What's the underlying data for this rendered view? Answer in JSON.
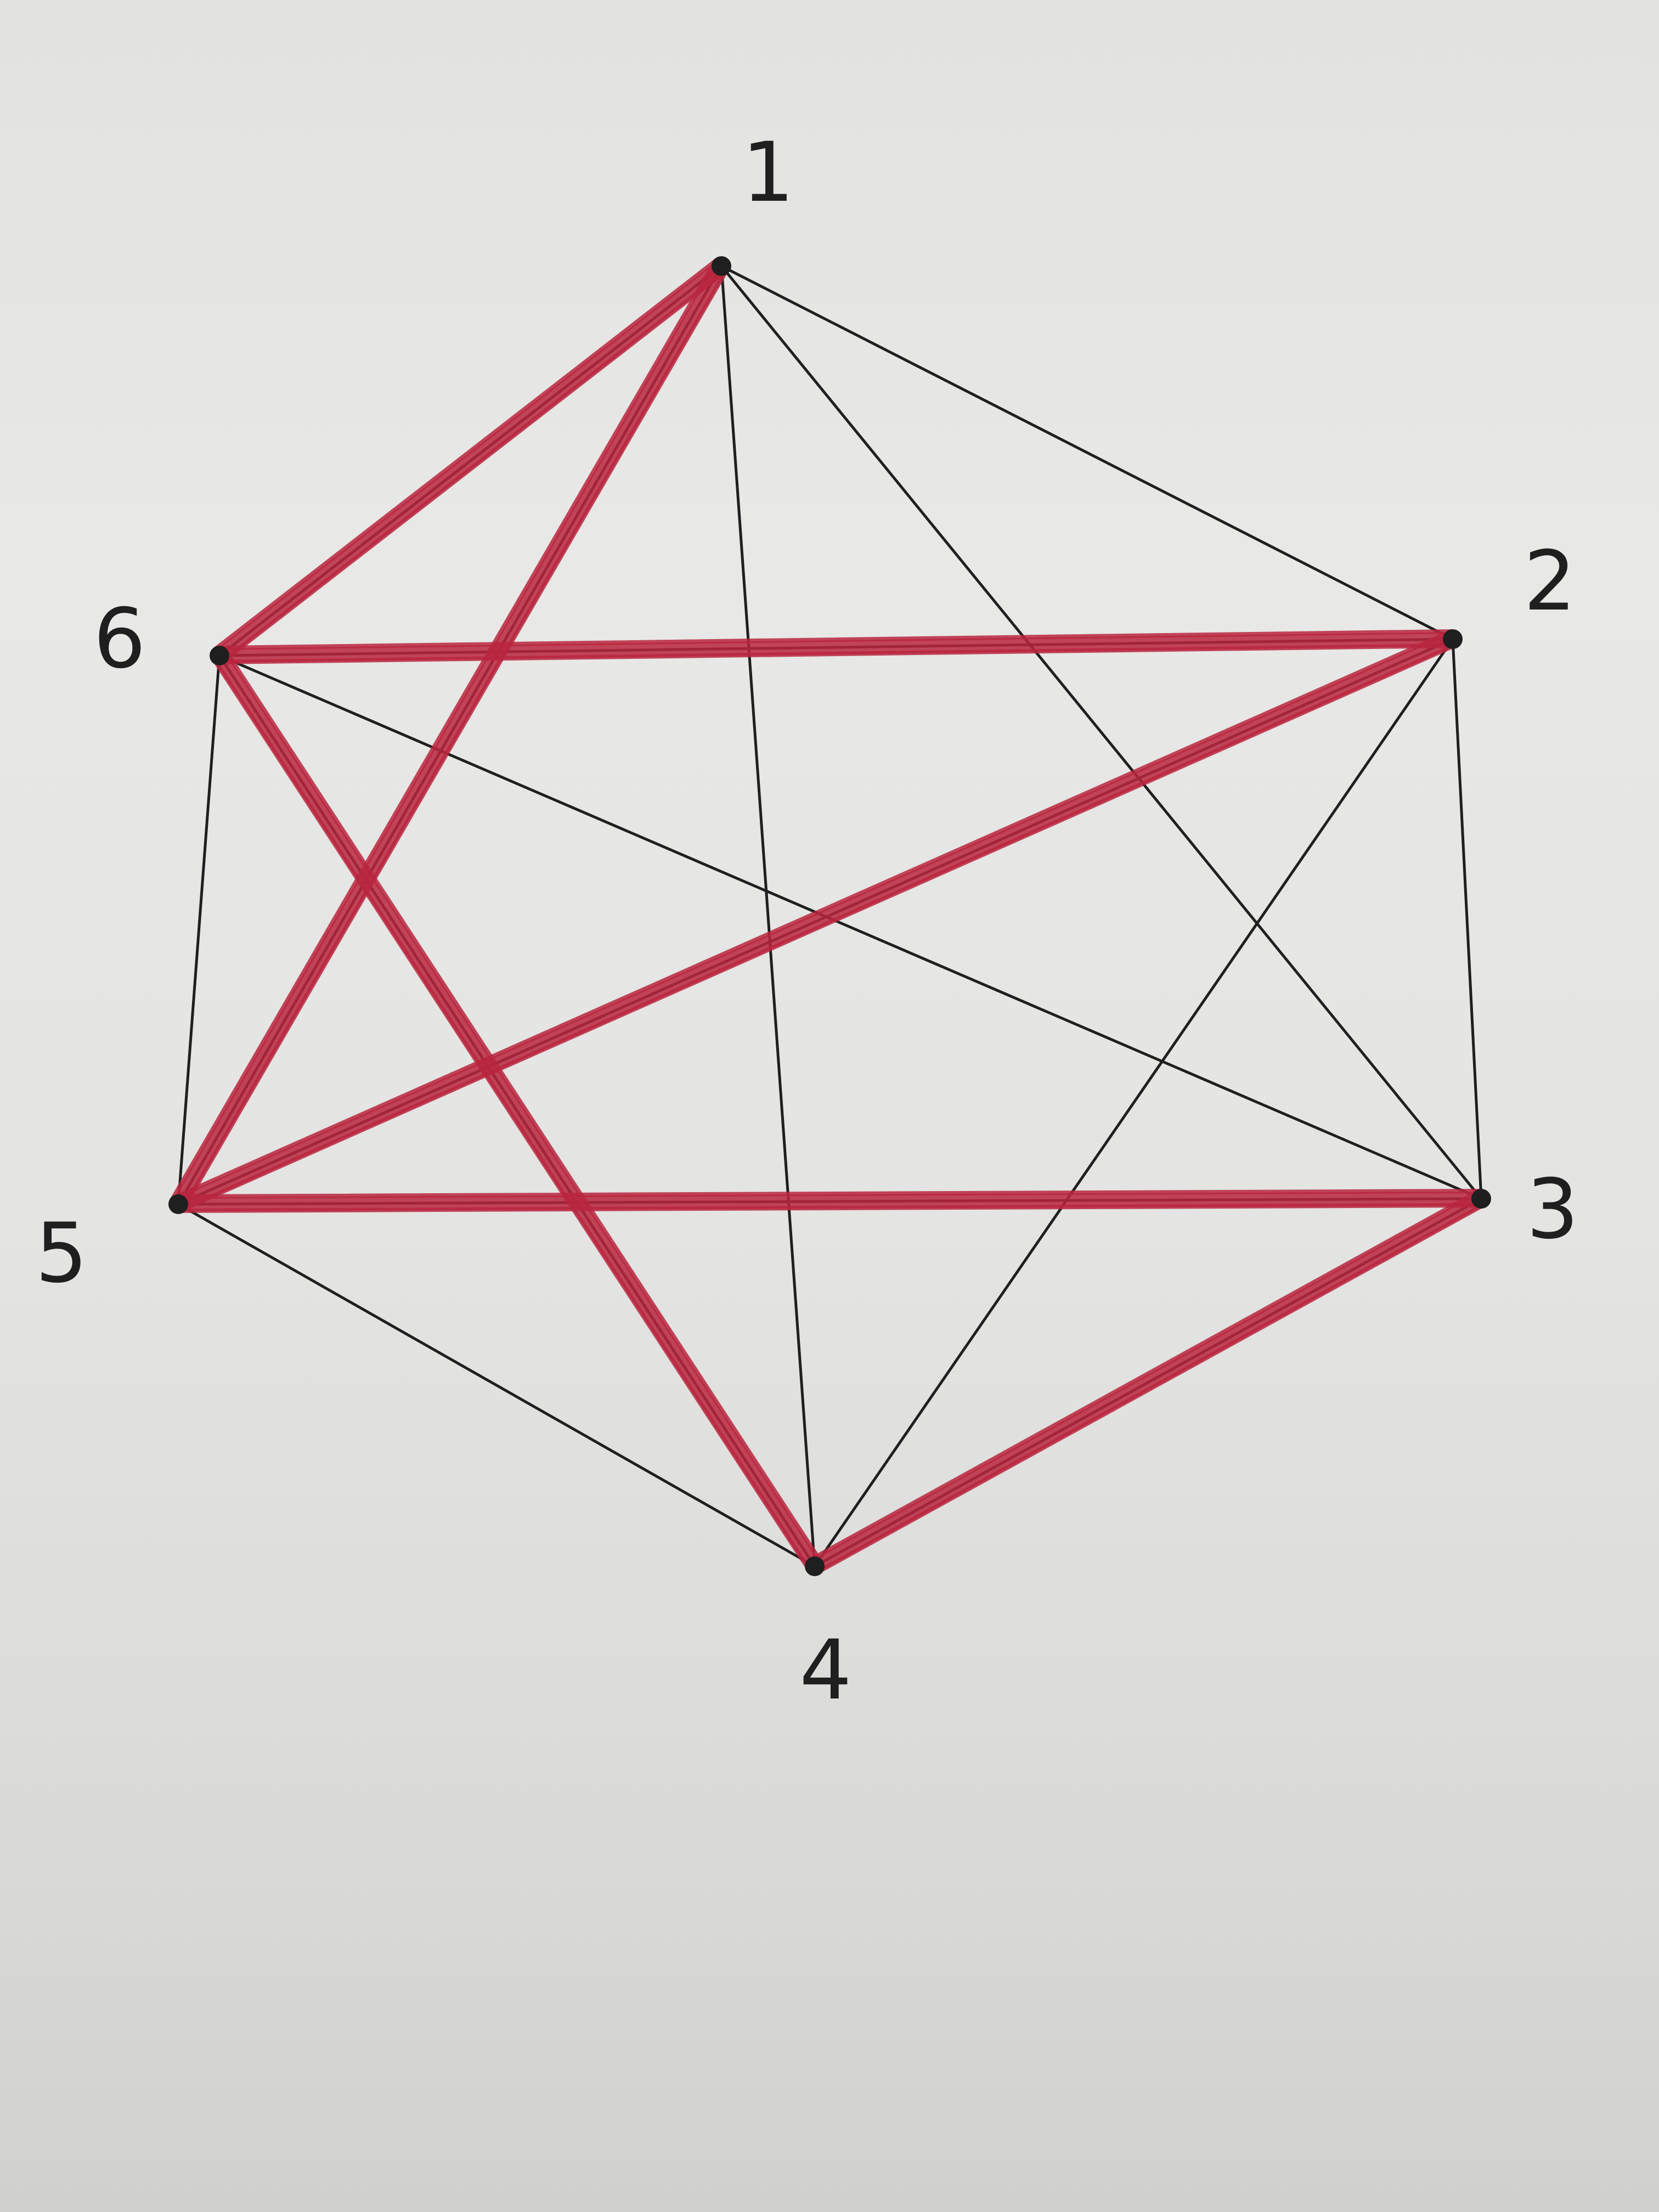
{
  "graph": {
    "vertices": [
      {
        "id": "1",
        "label": "1"
      },
      {
        "id": "2",
        "label": "2"
      },
      {
        "id": "3",
        "label": "3"
      },
      {
        "id": "4",
        "label": "4"
      },
      {
        "id": "5",
        "label": "5"
      },
      {
        "id": "6",
        "label": "6"
      }
    ],
    "edges": [
      {
        "from": "1",
        "to": "2",
        "color": "black"
      },
      {
        "from": "1",
        "to": "3",
        "color": "black"
      },
      {
        "from": "1",
        "to": "4",
        "color": "black"
      },
      {
        "from": "1",
        "to": "5",
        "color": "red"
      },
      {
        "from": "1",
        "to": "6",
        "color": "red"
      },
      {
        "from": "2",
        "to": "3",
        "color": "black"
      },
      {
        "from": "2",
        "to": "4",
        "color": "black"
      },
      {
        "from": "2",
        "to": "5",
        "color": "red"
      },
      {
        "from": "2",
        "to": "6",
        "color": "red"
      },
      {
        "from": "3",
        "to": "4",
        "color": "red"
      },
      {
        "from": "3",
        "to": "5",
        "color": "red"
      },
      {
        "from": "3",
        "to": "6",
        "color": "black"
      },
      {
        "from": "4",
        "to": "5",
        "color": "black"
      },
      {
        "from": "4",
        "to": "6",
        "color": "red"
      },
      {
        "from": "5",
        "to": "6",
        "color": "black"
      }
    ]
  },
  "colors": {
    "paper": "#e6e6e4",
    "pen_black": "#1f1f1f",
    "pen_red": "#b8263e"
  }
}
